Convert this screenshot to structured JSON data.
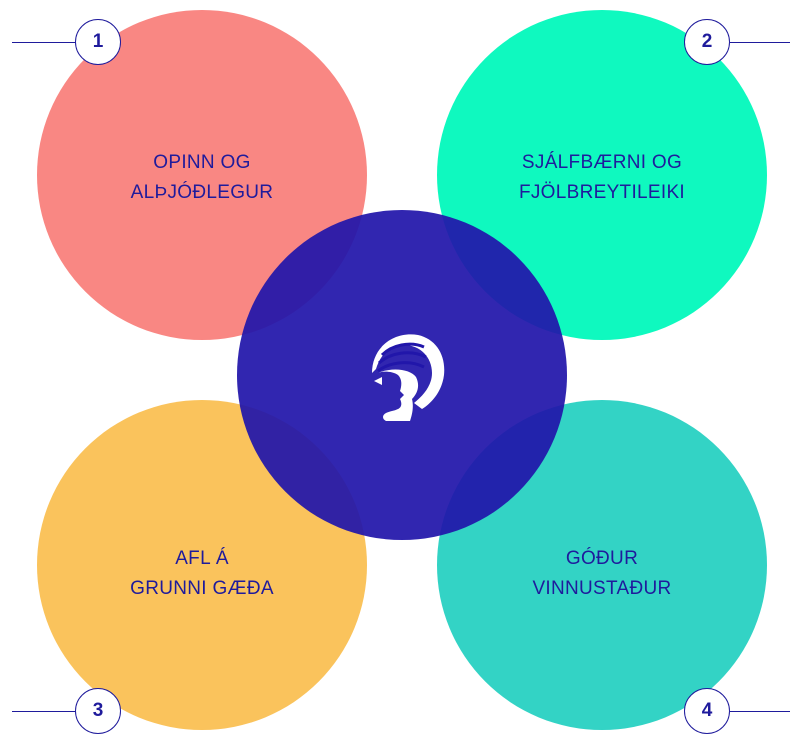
{
  "colors": {
    "circle_1": "#f98783",
    "circle_2": "#0ff9bf",
    "circle_3": "#fac35c",
    "circle_4": "#33d3c5",
    "center": "#2116aa",
    "text": "#1f1b9c"
  },
  "items": [
    {
      "number": "1",
      "line1": "OPINN OG",
      "line2": "ALÞJÓÐLEGUR"
    },
    {
      "number": "2",
      "line1": "SJÁLFBÆRNI OG",
      "line2": "FJÖLBREYTILEIKI"
    },
    {
      "number": "3",
      "line1": "AFL Á",
      "line2": "GRUNNI GÆÐA"
    },
    {
      "number": "4",
      "line1": "GÓÐUR",
      "line2": "VINNUSTAÐUR"
    }
  ],
  "center": {
    "icon": "helmeted-head-logo-icon"
  }
}
